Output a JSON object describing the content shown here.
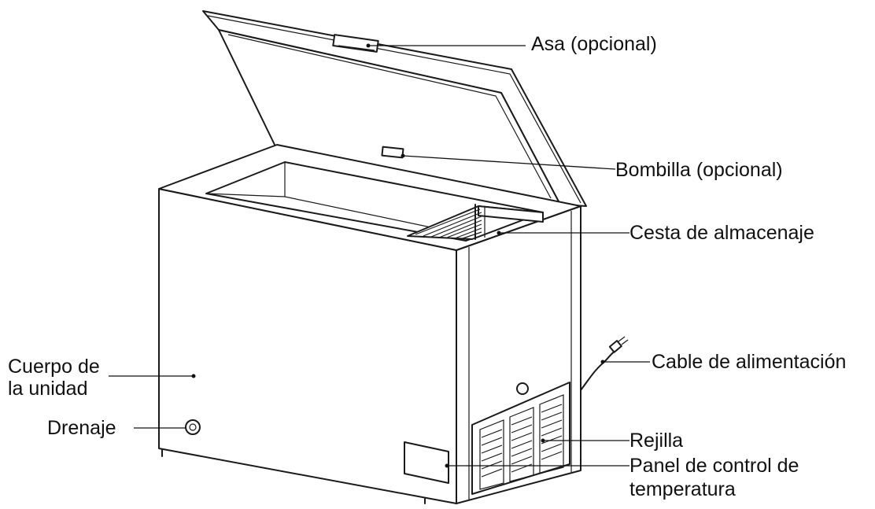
{
  "labels": {
    "handle": "Asa (opcional)",
    "bulb": "Bombilla (opcional)",
    "basket": "Cesta de almacenaje",
    "power_cable": "Cable de alimentación",
    "body_line1": "Cuerpo de",
    "body_line2": "la unidad",
    "drain": "Drenaje",
    "grille": "Rejilla",
    "temp_panel_line1": "Panel de control de",
    "temp_panel_line2": "temperatura"
  },
  "colors": {
    "line": "#1a1a1a",
    "text": "#111111",
    "background": "#ffffff"
  }
}
